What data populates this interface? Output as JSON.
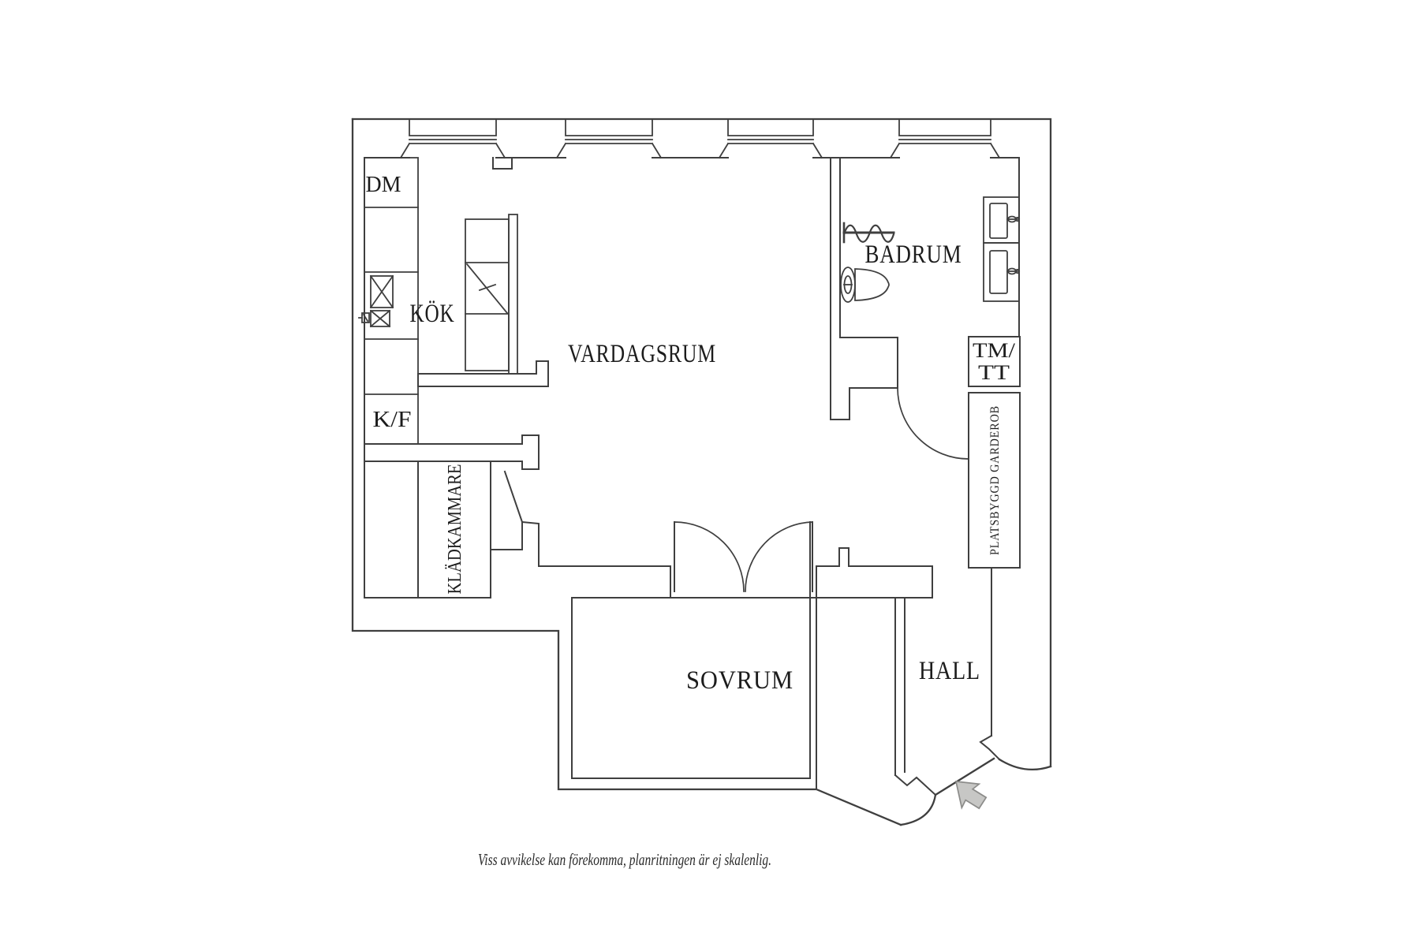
{
  "floorplan": {
    "rooms": {
      "kok": "KÖK",
      "vardagsrum": "VARDAGSRUM",
      "badrum": "BADRUM",
      "sovrum": "SOVRUM",
      "hall": "HALL",
      "kladkammare": "KLÄDKAMMARE"
    },
    "labels": {
      "dm": "DM",
      "kf": "K/F",
      "tmtt_line1": "TM/",
      "tmtt_line2": "TT",
      "garderob": "PLATSBYGGD GARDEROB"
    },
    "caption": "Viss avvikelse kan förekomma, planritningen är ej skalenlig.",
    "colors": {
      "wall": "#3f3f3f",
      "text": "#1c1c1c",
      "arrow_fill": "#c7c7c5",
      "arrow_stroke": "#8c8c8a",
      "background": "#ffffff"
    }
  }
}
